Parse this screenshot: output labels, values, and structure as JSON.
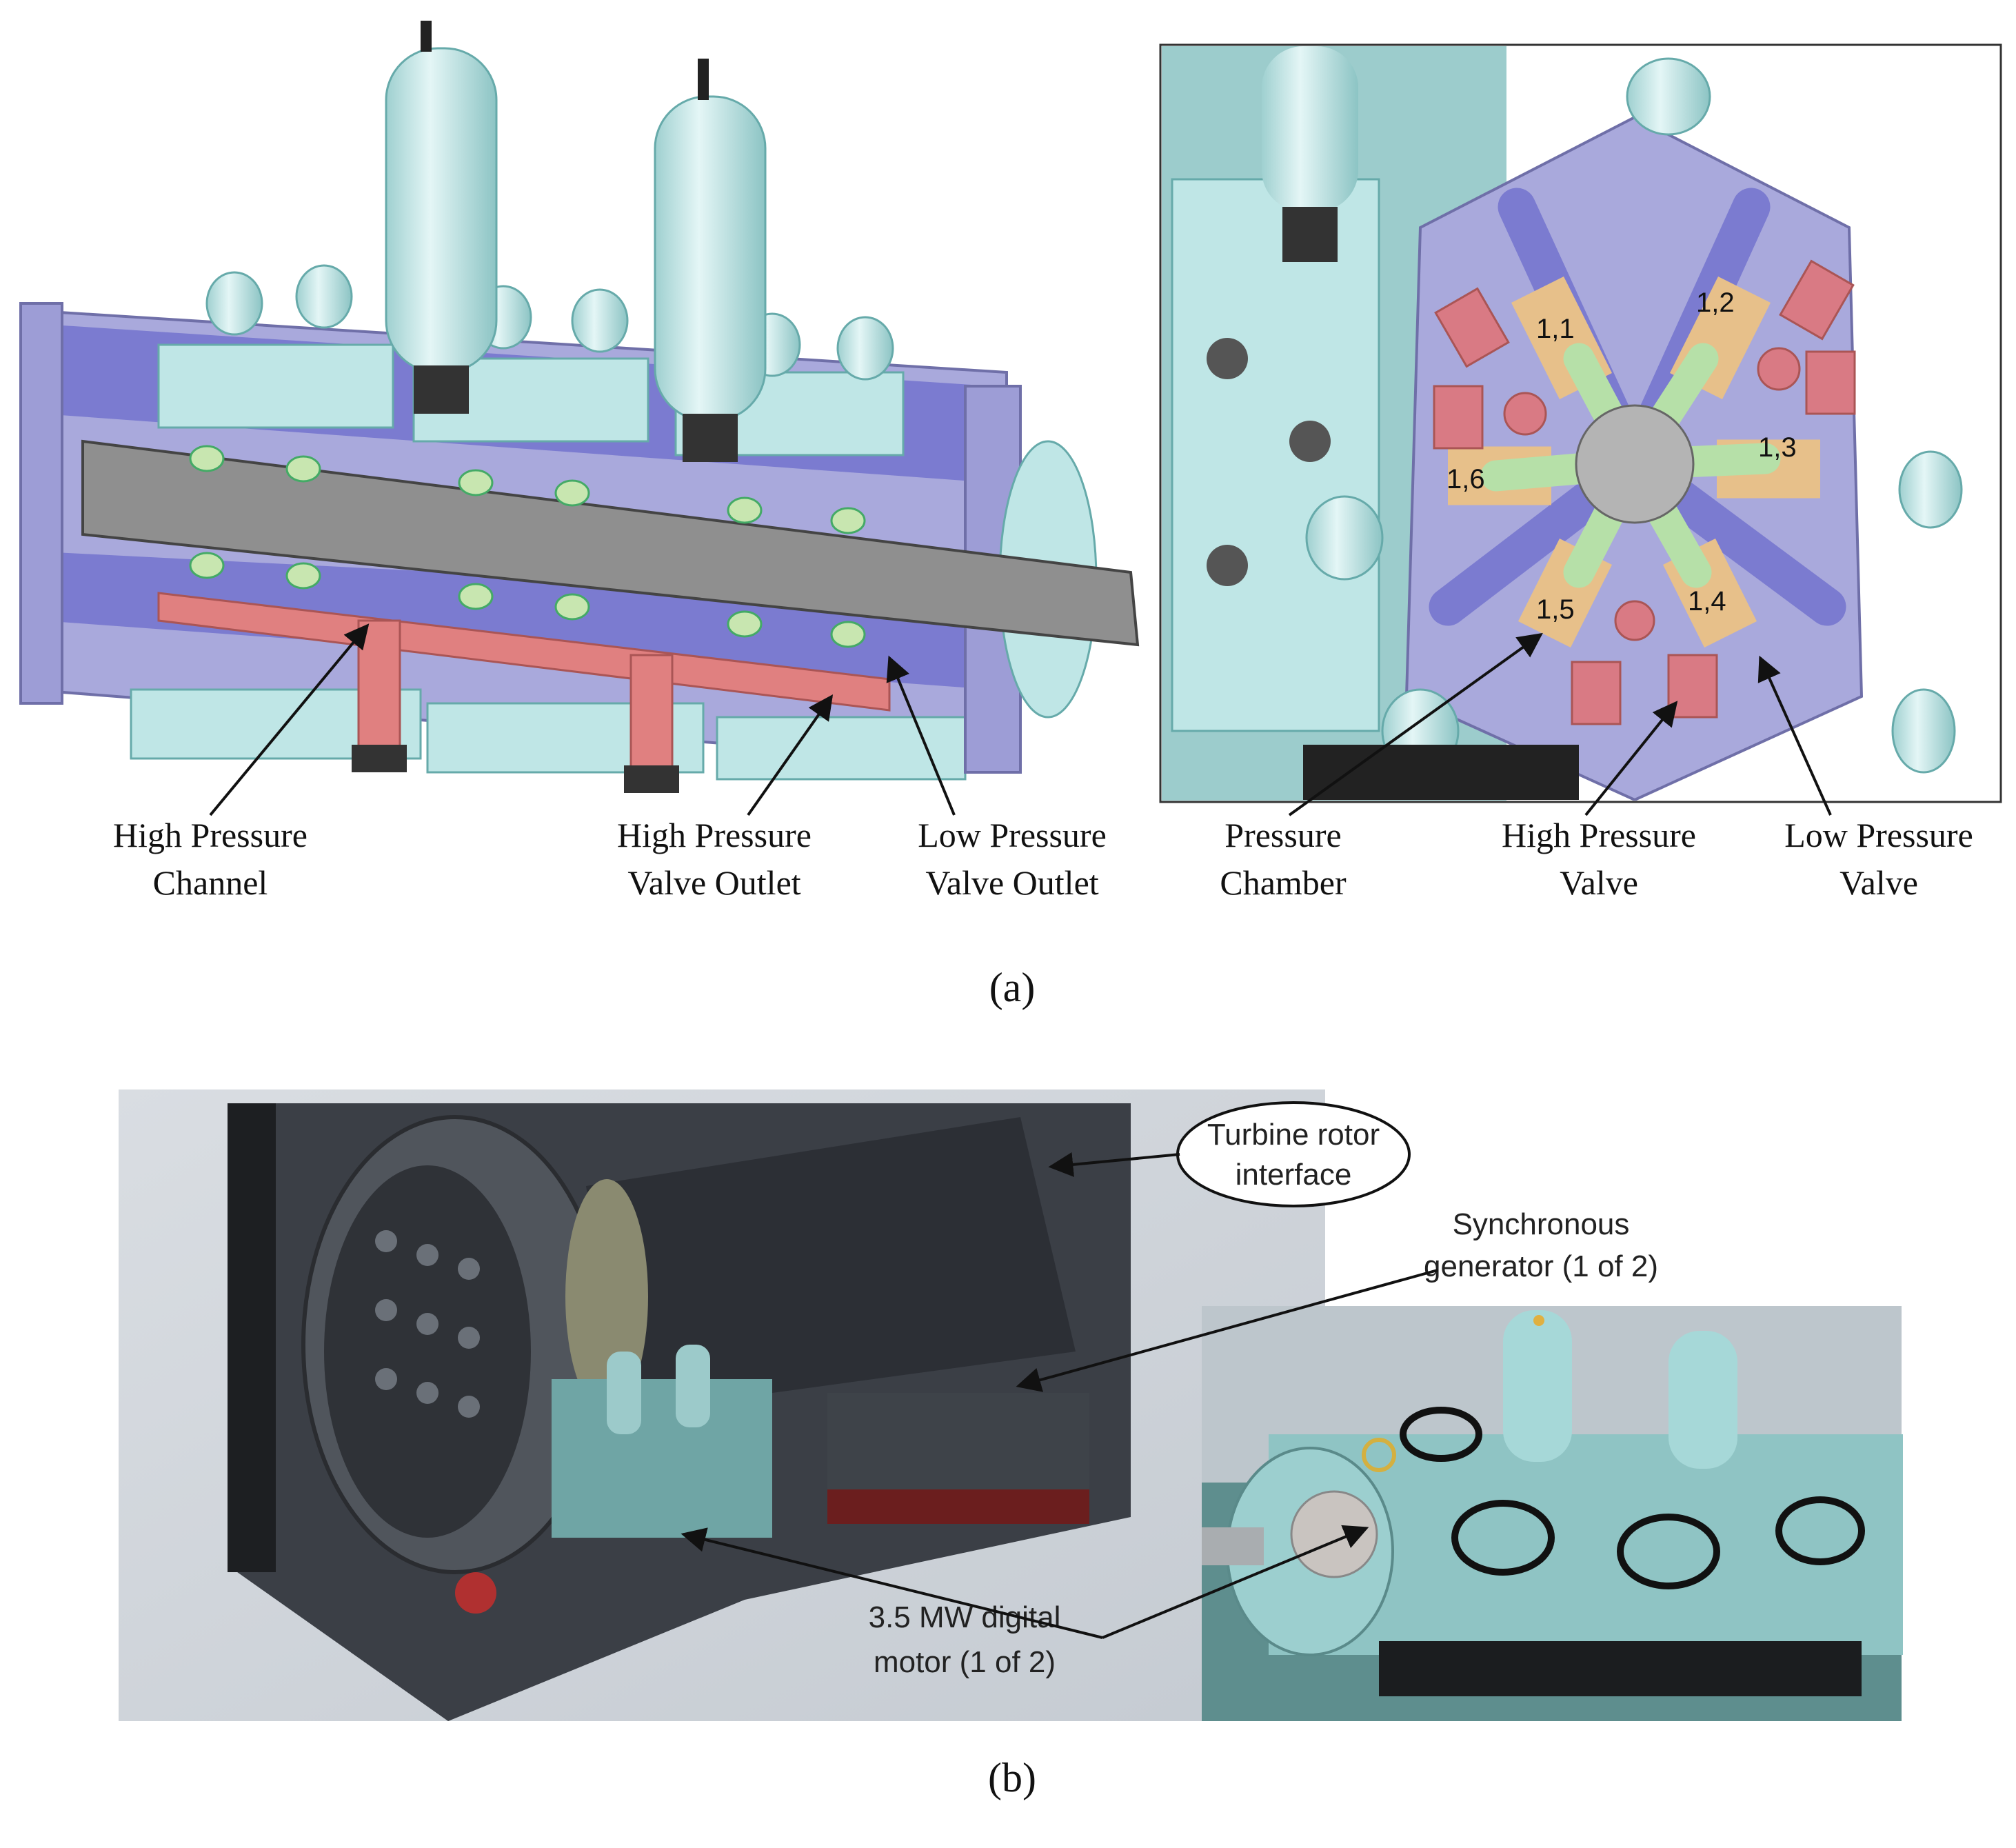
{
  "panel_a": {
    "caption": "(a)",
    "left_labels": [
      {
        "line1": "High Pressure",
        "line2": "Channel"
      },
      {
        "line1": "High Pressure",
        "line2": "Valve Outlet"
      },
      {
        "line1": "Low Pressure",
        "line2": "Valve Outlet"
      }
    ],
    "right_labels": [
      {
        "line1": "Pressure",
        "line2": "Chamber"
      },
      {
        "line1": "High Pressure",
        "line2": "Valve"
      },
      {
        "line1": "Low Pressure",
        "line2": "Valve"
      }
    ],
    "chamber_numbers": [
      "1,1",
      "1,2",
      "1,3",
      "1,4",
      "1,5",
      "1,6"
    ]
  },
  "panel_b": {
    "caption": "(b)",
    "turbine": {
      "line1": "Turbine rotor",
      "line2": "interface"
    },
    "generator": {
      "line1": "Synchronous",
      "line2": "generator (1 of 2)"
    },
    "motor": {
      "line1": "3.5 MW digital",
      "line2": "motor (1 of 2)"
    }
  },
  "colors": {
    "housing": "#a9a9dc",
    "accumulator": "#bfe6e6",
    "shaft": "#8f8f8f",
    "channel": "#e08080",
    "chamber": "#e7c08a",
    "rotor": "#b6e0a8"
  }
}
